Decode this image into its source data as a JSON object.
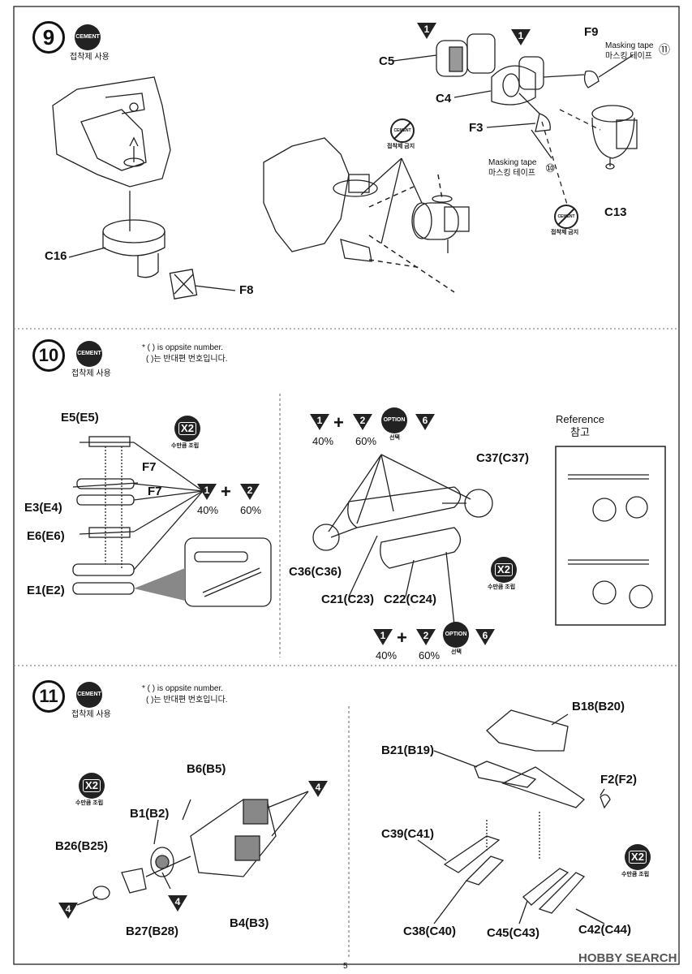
{
  "steps": {
    "s9": {
      "number": "9",
      "cement": "CEMENT",
      "cement_ko": "접착제 사용",
      "no_cement": "CEMENT",
      "no_cement_ko": "접착제 금지",
      "masking_en": "Masking tape",
      "masking_ko": "마스킹 테이프",
      "parts": {
        "c16": "C16",
        "f8": "F8",
        "c5": "C5",
        "c4": "C4",
        "f3": "F3",
        "f9": "F9",
        "c13": "C13"
      },
      "mark_10": "⑩",
      "mark_11": "⑪",
      "tri_1": "1"
    },
    "s10": {
      "number": "10",
      "cement": "CEMENT",
      "cement_ko": "접착제 사용",
      "note_en": "* ( ) is oppsite number.",
      "note_ko": "( )는 반대편 번호입니다.",
      "x2": "X2",
      "x2_ko": "수만큼 조립",
      "parts": {
        "e5": "E5(E5)",
        "f7a": "F7",
        "f7b": "F7",
        "e3": "E3(E4)",
        "e6": "E6(E6)",
        "e1": "E1(E2)",
        "c37": "C37(C37)",
        "c36": "C36(C36)",
        "c21": "C21(C23)",
        "c22": "C22(C24)"
      },
      "tri_1": "1",
      "tri_2": "2",
      "tri_6": "6",
      "plus": "+",
      "pct_40": "40%",
      "pct_60": "60%",
      "option": "OPTION",
      "option_ko": "선택",
      "reference_en": "Reference",
      "reference_ko": "참고"
    },
    "s11": {
      "number": "11",
      "cement": "CEMENT",
      "cement_ko": "접착제 사용",
      "note_en": "* ( ) is oppsite number.",
      "note_ko": "( )는 반대편 번호입니다.",
      "x2": "X2",
      "x2_ko": "수만큼 조립",
      "parts": {
        "b6": "B6(B5)",
        "b1": "B1(B2)",
        "b26": "B26(B25)",
        "b27": "B27(B28)",
        "b4": "B4(B3)",
        "b18": "B18(B20)",
        "b21": "B21(B19)",
        "f2": "F2(F2)",
        "c39": "C39(C41)",
        "c38": "C38(C40)",
        "c45": "C45(C43)",
        "c42": "C42(C44)"
      },
      "tri_4": "4"
    }
  },
  "footer": {
    "page_number": "5",
    "watermark": "HOBBY SEARCH"
  }
}
